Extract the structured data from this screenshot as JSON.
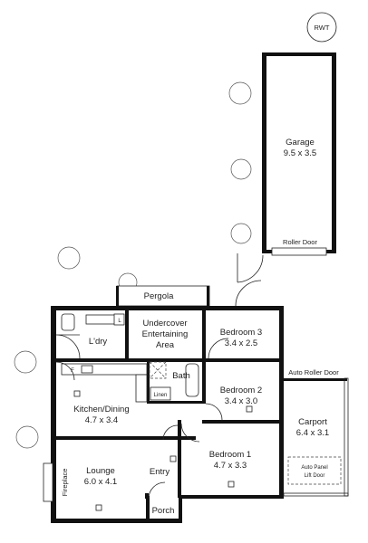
{
  "compass": {
    "label": "RWT"
  },
  "rooms": {
    "garage": {
      "name": "Garage",
      "dims": "9.5 x 3.5"
    },
    "roller_door": {
      "name": "Roller Door"
    },
    "pergola": {
      "name": "Pergola"
    },
    "laundry": {
      "name": "L'dry"
    },
    "entertaining": {
      "line1": "Undercover",
      "line2": "Entertaining",
      "line3": "Area"
    },
    "bedroom3": {
      "name": "Bedroom 3",
      "dims": "3.4 x 2.5"
    },
    "bath": {
      "name": "Bath"
    },
    "linen": {
      "name": "Linen"
    },
    "laundry_code": {
      "name": "L"
    },
    "fridge_code": {
      "name": "F"
    },
    "kitchen": {
      "name": "Kitchen/Dining",
      "dims": "4.7 x 3.4"
    },
    "bedroom2": {
      "name": "Bedroom 2",
      "dims": "3.4 x 3.0"
    },
    "auto_roller_door": {
      "name": "Auto Roller Door"
    },
    "carport": {
      "name": "Carport",
      "dims": "6.4 x 3.1"
    },
    "auto_panel": {
      "line1": "Auto Panel",
      "line2": "Lift Door"
    },
    "bedroom1": {
      "name": "Bedroom 1",
      "dims": "4.7 x 3.3"
    },
    "lounge": {
      "name": "Lounge",
      "dims": "6.0 x 4.1"
    },
    "fireplace": {
      "name": "Fireplace"
    },
    "entry": {
      "name": "Entry"
    },
    "porch": {
      "name": "Porch"
    }
  }
}
